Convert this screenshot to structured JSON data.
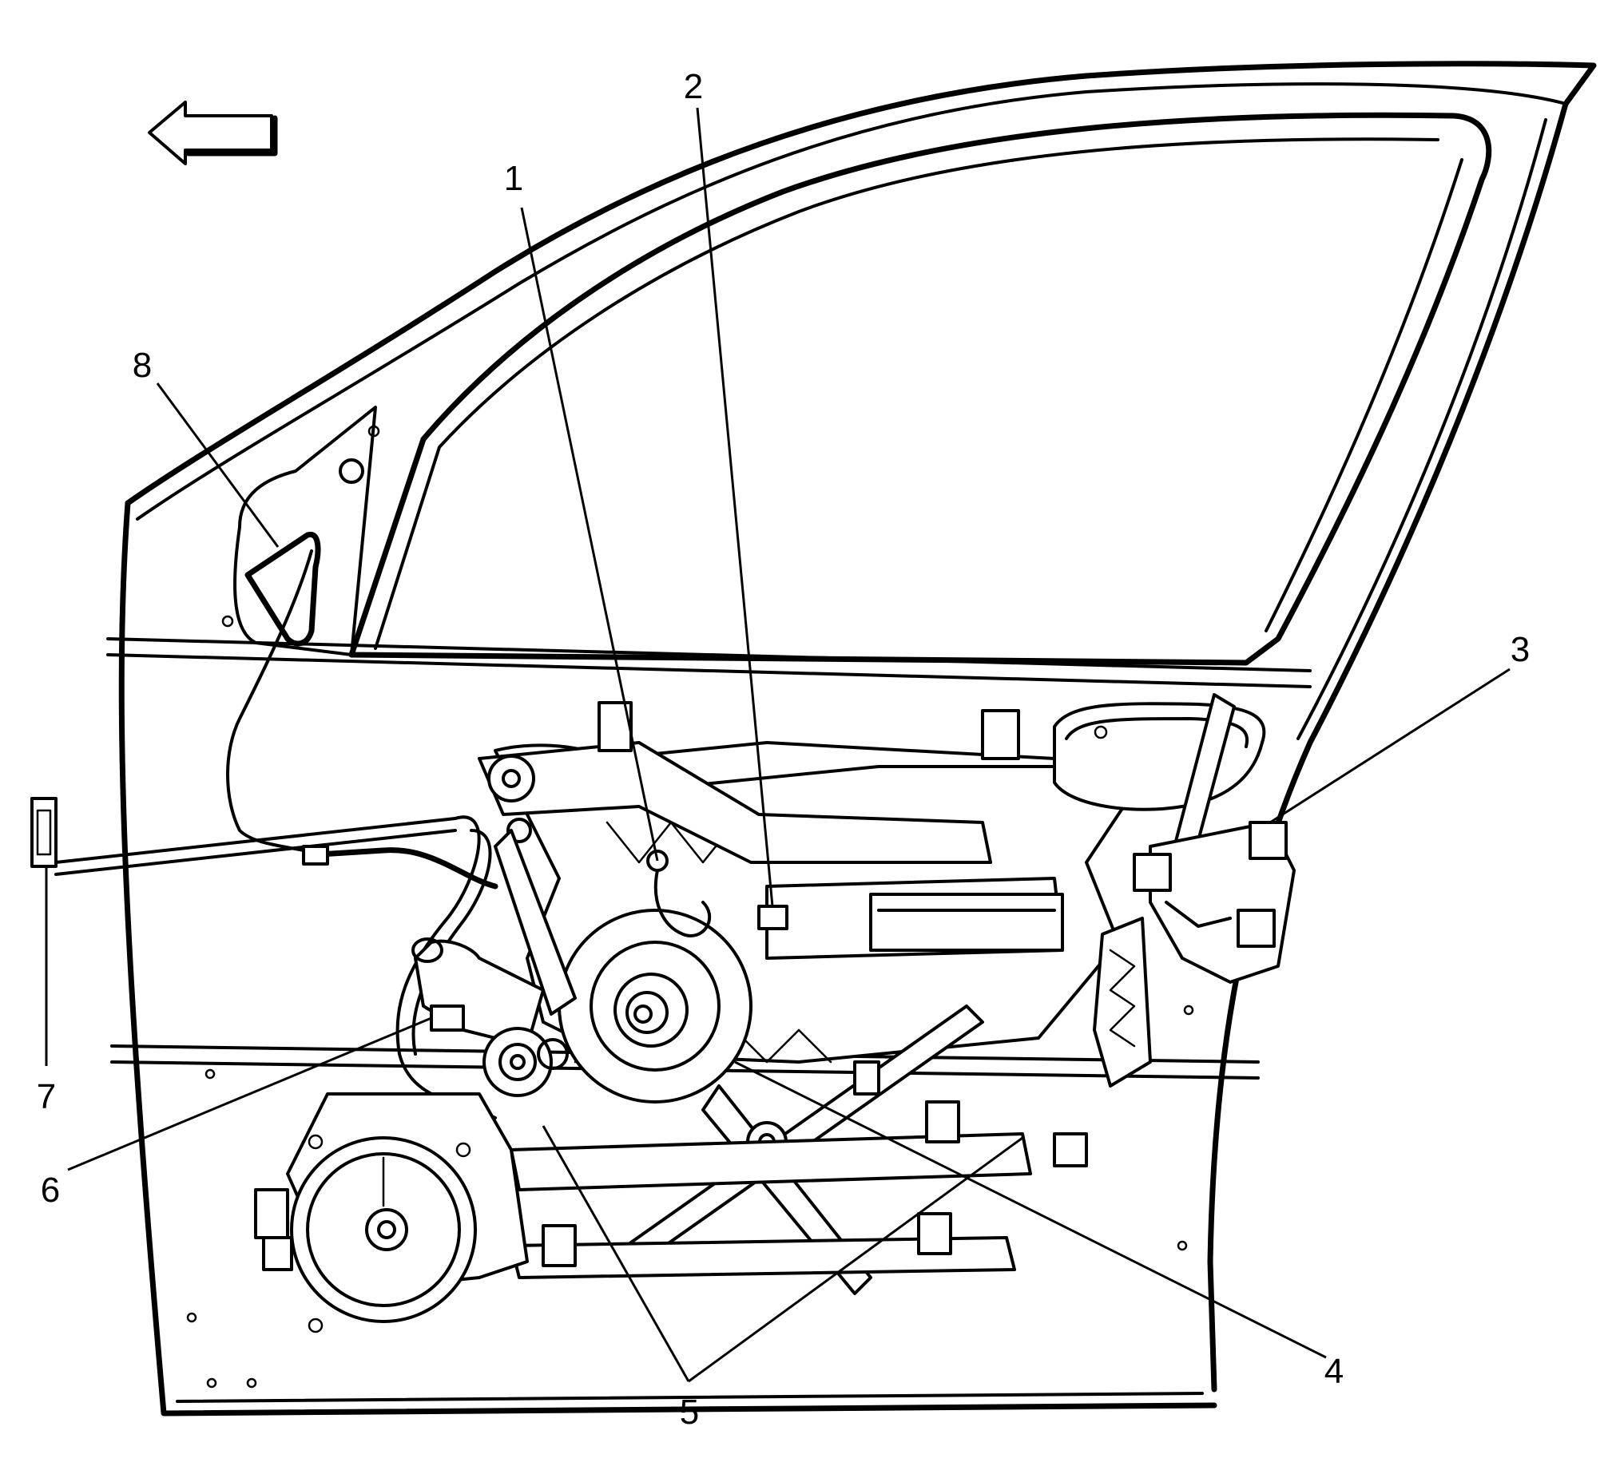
{
  "diagram": {
    "callouts": [
      {
        "id": "1",
        "label": "1"
      },
      {
        "id": "2",
        "label": "2"
      },
      {
        "id": "3",
        "label": "3"
      },
      {
        "id": "4",
        "label": "4"
      },
      {
        "id": "5",
        "label": "5"
      },
      {
        "id": "6",
        "label": "6"
      },
      {
        "id": "7",
        "label": "7"
      },
      {
        "id": "8",
        "label": "8"
      }
    ],
    "icons": {
      "direction_arrow": "arrow-left-icon"
    }
  }
}
